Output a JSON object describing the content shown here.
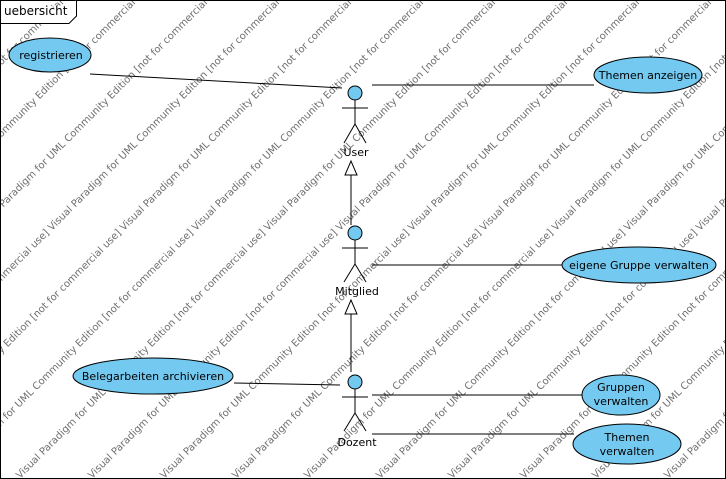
{
  "diagram": {
    "frame_title": "uebersicht",
    "watermark": "Visual Paradigm for UML Community Edition [not for commercial use]",
    "colors": {
      "usecase_fill": "#74c9f0",
      "actor_head": "#74c9f0",
      "stroke": "#000000",
      "watermark": "#6e6e6e"
    },
    "actors": [
      {
        "id": "user",
        "label": "User"
      },
      {
        "id": "mitglied",
        "label": "Mitglied"
      },
      {
        "id": "dozent",
        "label": "Dozent"
      }
    ],
    "usecases": [
      {
        "id": "registrieren",
        "lines": [
          "registrieren"
        ]
      },
      {
        "id": "themen-anzeigen",
        "lines": [
          "Themen anzeigen"
        ]
      },
      {
        "id": "eigene-gruppe-verwalten",
        "lines": [
          "eigene Gruppe verwalten"
        ]
      },
      {
        "id": "belegarbeiten-archivieren",
        "lines": [
          "Belegarbeiten archivieren"
        ]
      },
      {
        "id": "gruppen-verwalten",
        "lines": [
          "Gruppen",
          "verwalten"
        ]
      },
      {
        "id": "themen-verwalten",
        "lines": [
          "Themen",
          "verwalten"
        ]
      }
    ]
  }
}
